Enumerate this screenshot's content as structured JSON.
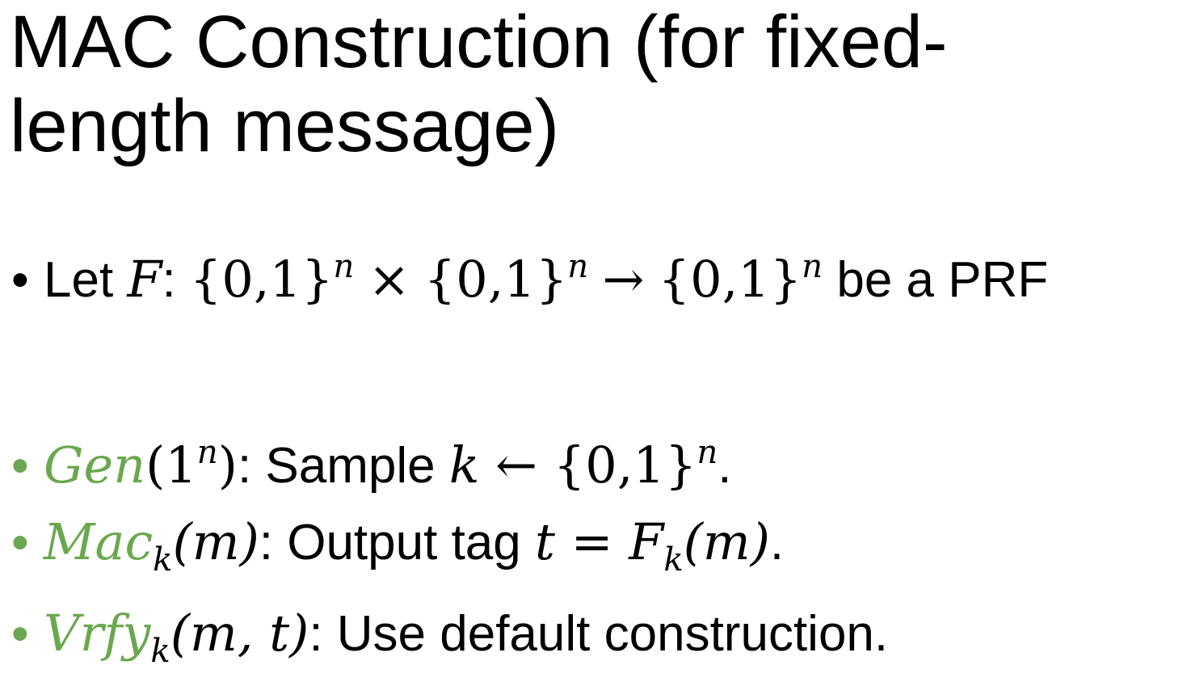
{
  "slide": {
    "title_line1": "MAC Construction (for fixed-",
    "title_line2": "length message)",
    "accent_color": "#6aa84f",
    "bullets": {
      "prf": {
        "lead": "Let ",
        "F": "F",
        "colon": ":",
        "set1": "{0,1}",
        "n1": "n",
        "times": "×",
        "set2": "{0,1}",
        "n2": "n",
        "arrow": "→",
        "set3": "{0,1}",
        "n3": "n",
        "tail": " be a PRF"
      },
      "gen": {
        "algo": "Gen",
        "open": "(1",
        "sup": "n",
        "close": ")",
        "text": ": Sample ",
        "k": "k",
        "arrow": " ← ",
        "set": "{0,1}",
        "sup2": "n",
        "end": "."
      },
      "mac": {
        "algo": "Mac",
        "sub": "k",
        "args": "(m)",
        "text": ": Output tag ",
        "t": "t",
        "eq": " = ",
        "F": "F",
        "sub2": "k",
        "args2": "(m)",
        "end": "."
      },
      "vrfy": {
        "algo": "Vrfy",
        "sub": "k",
        "args": "(m, t)",
        "text": ": Use default construction."
      }
    }
  }
}
